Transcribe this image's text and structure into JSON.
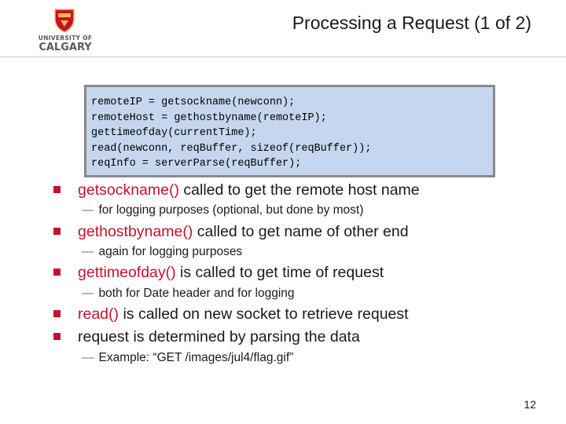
{
  "logo": {
    "line1": "UNIVERSITY OF",
    "line2": "CALGARY",
    "colors": {
      "shield_red": "#c8102e",
      "shield_gold": "#f1be48",
      "text": "#5a5a5a"
    }
  },
  "title": "Processing a Request (1 of 2)",
  "code_lines": [
    "remoteIP = getsockname(newconn);",
    "remoteHost = gethostbyname(remoteIP);",
    "gettimeofday(currentTime);",
    "read(newconn, reqBuffer, sizeof(reqBuffer));",
    "reqInfo = serverParse(reqBuffer);"
  ],
  "bullets": [
    {
      "fn": "getsockname()",
      "rest": " called to get the remote host name",
      "sub": "for logging purposes (optional, but done by most)"
    },
    {
      "fn": "gethostbyname()",
      "rest": " called to get name of other end",
      "sub": "again for logging purposes"
    },
    {
      "fn": "gettimeofday()",
      "rest": " is called to get time of request",
      "sub": "both for Date header and for logging"
    },
    {
      "fn": "read()",
      "rest": " is called on new socket to retrieve request",
      "sub": ""
    },
    {
      "fn": "",
      "rest": "request is determined by parsing the data",
      "sub": "Example: “GET /images/jul4/flag.gif”"
    }
  ],
  "page_number": "12",
  "colors": {
    "accent": "#c8102e",
    "code_bg": "#c5d7ef",
    "code_border": "#8a8a8a"
  }
}
